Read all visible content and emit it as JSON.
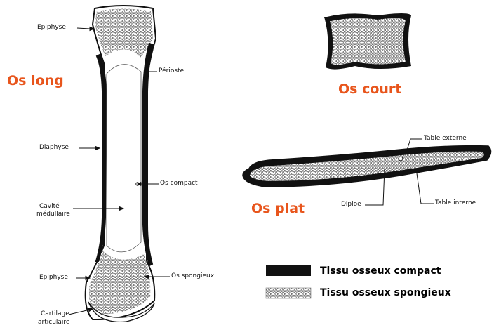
{
  "colors": {
    "title": "#e8551c",
    "compact": "#111111",
    "spongy_fill": "#cfcfcf",
    "label": "#111111"
  },
  "titles": {
    "os_long": "Os long",
    "os_court": "Os court",
    "os_plat": "Os plat"
  },
  "long_bone_labels": {
    "epiphyse_top": "Epiphyse",
    "perioste": "Périoste",
    "diaphyse": "Diaphyse",
    "os_compact": "Os compact",
    "cavite_line1": "Cavité",
    "cavite_line2": "médullaire",
    "epiphyse_bottom": "Epiphyse",
    "os_spongieux": "Os spongieux",
    "cartilage_line1": "Cartilage",
    "cartilage_line2": "articulaire"
  },
  "flat_bone_labels": {
    "table_externe": "Table externe",
    "diploe": "Diploe",
    "table_interne": "Table interne"
  },
  "legend": {
    "compact": "Tissu osseux compact",
    "spongieux": "Tissu osseux spongieux"
  }
}
